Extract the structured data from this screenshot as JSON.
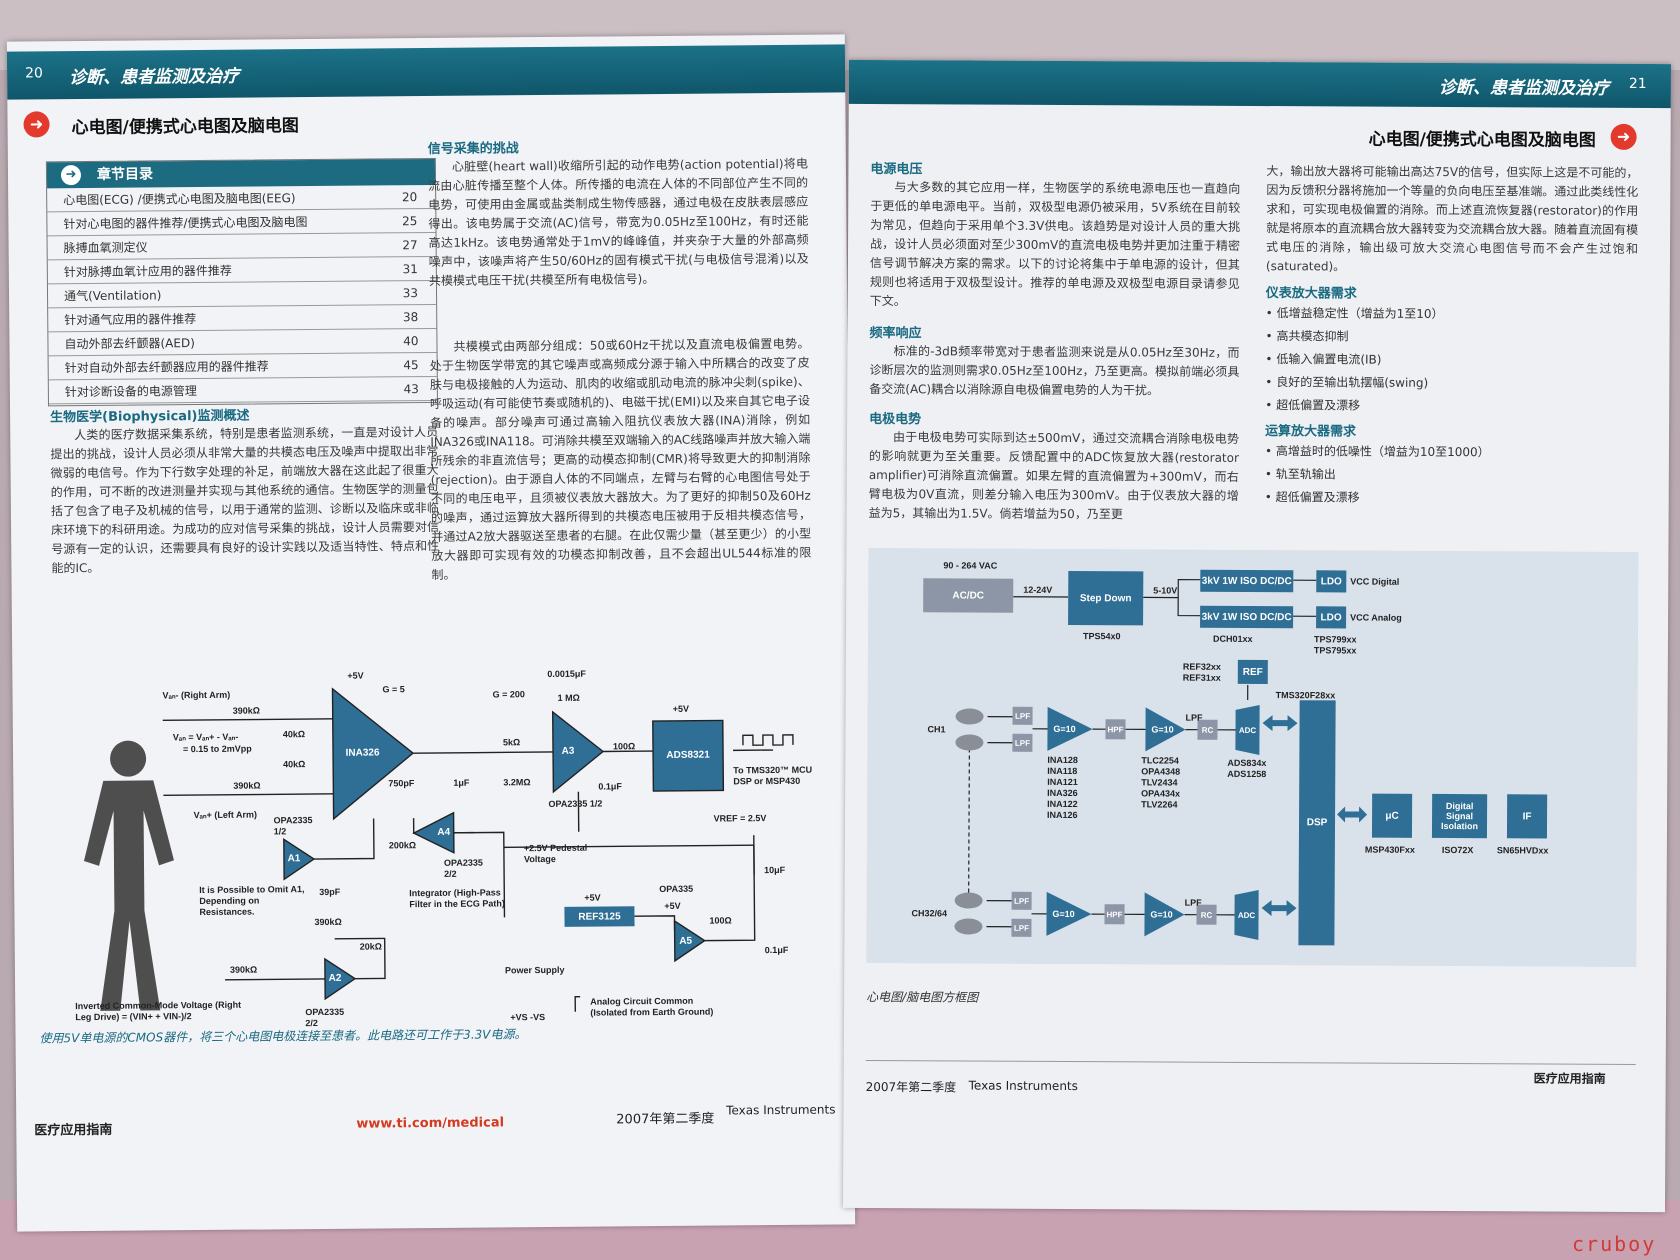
{
  "left": {
    "page_number": "20",
    "banner_title": "诊断、患者监测及治疗",
    "section_title": "心电图/便携式心电图及脑电图",
    "toc": {
      "title": "章节目录",
      "rows": [
        {
          "label": "心电图(ECG) /便携式心电图及脑电图(EEG)",
          "page": "20"
        },
        {
          "label": "针对心电图的器件推荐/便携式心电图及脑电图",
          "page": "25"
        },
        {
          "label": "脉搏血氧测定仪",
          "page": "27"
        },
        {
          "label": "针对脉搏血氧计应用的器件推荐",
          "page": "31"
        },
        {
          "label": "通气(Ventilation)",
          "page": "33"
        },
        {
          "label": "针对通气应用的器件推荐",
          "page": "38"
        },
        {
          "label": "自动外部去纤颤器(AED)",
          "page": "40"
        },
        {
          "label": "针对自动外部去纤颤器应用的器件推荐",
          "page": "45"
        },
        {
          "label": "针对诊断设备的电源管理",
          "page": "43"
        }
      ]
    },
    "bio_heading": "生物医学(Biophysical)监测概述",
    "bio_text": "人类的医疗数据采集系统，特别是患者监测系统，一直是对设计人员提出的挑战，设计人员必须从非常大量的共模态电压及噪声中提取出非常微弱的电信号。作为下行数字处理的补足，前端放大器在这此起了很重大的作用，可不断的改进测量并实现与其他系统的通信。生物医学的测量包括了包含了电子及机械的信号，以用于通常的监测、诊断以及临床或非临床环境下的科研用途。为成功的应对信号采集的挑战，设计人员需要对信号源有一定的认识，还需要具有良好的设计实践以及适当特性、特点和性能的IC。",
    "signal_heading": "信号采集的挑战",
    "signal_p1": "心脏壁(heart wall)收缩所引起的动作电势(action potential)将电流由心脏传播至整个人体。所传播的电流在人体的不同部位产生不同的电势，可使用由金属或盐类制成生物传感器，通过电极在皮肤表层感应得出。该电势属于交流(AC)信号，带宽为0.05Hz至100Hz，有时还能高达1kHz。该电势通常处于1mV的峰峰值，并夹杂于大量的外部高频噪声中，该噪声将产生50/60Hz的固有模式干扰(与电极信号混淆)以及共模模式电压干扰(共模至所有电极信号)。",
    "signal_p2": "共模模式由两部分组成：50或60Hz干扰以及直流电极偏置电势。处于生物医学带宽的其它噪声或高频成分源于输入中所耦合的改变了皮肤与电极接触的人为运动、肌肉的收缩或肌动电流的脉冲尖刺(spike)、呼吸运动(有可能使节奏或随机的)、电磁干扰(EMI)以及来自其它电子设备的噪声。部分噪声可通过高输入阻抗仪表放大器(INA)消除，例如INA326或INA118。可消除共模至双端输入的AC线路噪声并放大输入端所残余的非直流信号；更高的动模态抑制(CMR)将导致更大的抑制消除(rejection)。由于源自人体的不同端点，左臂与右臂的心电图信号处于不同的电压电平，且须被仪表放大器放大。为了更好的抑制50及60Hz的噪声，通过运算放大器所得到的共模态电压被用于反相共模态信号，并通过A2放大器驱送至患者的右腿。在此仅需少量（甚至更少）的小型放大器即可实现有效的功模态抑制改善，且不会超出UL544标准的限制。",
    "schematic": {
      "vin_minus": "Vₐₙ- (Right Arm)",
      "vin_plus": "Vₐₙ+ (Left Arm)",
      "r1": "390kΩ",
      "r2": "390kΩ",
      "r3": "390kΩ",
      "vin_eq": "Vₐₙ = Vₐₙ+ - Vₐₙ-",
      "vin_range": "= 0.15 to 2mVpp",
      "ina": "INA326",
      "gain5": "G = 5",
      "plus5": "+5V",
      "r40a": "40kΩ",
      "r40b": "40kΩ",
      "gain200": "G = 200",
      "c15": "0.0015μF",
      "r1m": "1 MΩ",
      "r5k": "5kΩ",
      "r32m": "3.2MΩ",
      "a3": "A3",
      "opa_half": "OPA2335 1/2",
      "r100": "100Ω",
      "c01": "0.1μF",
      "ads": "ADS8321",
      "to_mcu": "To TMS320™ MCU DSP or MSP430",
      "vref": "VREF = 2.5V",
      "c750": "750pF",
      "c1u": "1μF",
      "r200": "200kΩ",
      "a4": "A4",
      "opa_22": "OPA2335 2/2",
      "pedestal": "+2.5V Pedestal Voltage",
      "a1": "A1",
      "opa_a1": "OPA2335 1/2",
      "omit": "It is Possible to Omit A1, Depending on Resistances.",
      "integrator": "Integrator (High-Pass Filter in the ECG Path)",
      "c39": "39pF",
      "r390f": "390kΩ",
      "r20k": "20kΩ",
      "a2": "A2",
      "opa_a2": "OPA2335 2/2",
      "rld": "Inverted Common-Mode Voltage (Right Leg Drive) = (VIN+ + VIN-)/2",
      "ref": "REF3125",
      "opa335": "OPA335",
      "a5": "A5",
      "r100b": "100Ω",
      "c10u": "10μF",
      "c01b": "0.1μF",
      "power": "Power Supply",
      "vs": "+VS  -VS",
      "acc": "Analog Circuit Common (Isolated from Earth Ground)",
      "plus5b": "+5V",
      "plus5c": "+5V",
      "plus5d": "+5V"
    },
    "caption": "使用5V单电源的CMOS器件，将三个心电图电极连接至患者。此电路还可工作于3.3V电源。",
    "footer_guide": "医疗应用指南",
    "footer_url": "www.ti.com/medical",
    "footer_quarter": "2007年第二季度",
    "footer_ti": "Texas Instruments"
  },
  "right": {
    "page_number": "21",
    "banner_title": "诊断、患者监测及治疗",
    "section_title": "心电图/便携式心电图及脑电图",
    "power_heading": "电源电压",
    "power_text": "与大多数的其它应用一样，生物医学的系统电源电压也一直趋向于更低的单电源电平。当前，双极型电源仍被采用，5V系统在目前较为常见，但趋向于采用单个3.3V供电。该趋势是对设计人员的重大挑战，设计人员必须面对至少300mV的直流电极电势并更加注重于精密信号调节解决方案的需求。以下的讨论将集中于单电源的设计，但其规则也将适用于双极型设计。推荐的单电源及双极型电源目录请参见下文。",
    "freq_heading": "频率响应",
    "freq_text": "标准的-3dB频率带宽对于患者监测来说是从0.05Hz至30Hz，而诊断层次的监测则需求0.05Hz至100Hz，乃至更高。模拟前端必须具备交流(AC)耦合以消除源自电极偏置电势的人为干扰。",
    "elec_heading": "电极电势",
    "elec_text": "由于电极电势可实际到达±500mV，通过交流耦合消除电极电势的影响就更为至关重要。反馈配置中的ADC恢复放大器(restorator amplifier)可消除直流偏置。如果左臂的直流偏置为+300mV，而右臂电极为0V直流，则差分输入电压为300mV。由于仪表放大器的增益为5，其输出为1.5V。倘若增益为50，乃至更",
    "cont_text": "大，输出放大器将可能输出高达75V的信号，但实际上这是不可能的，因为反馈积分器将施加一个等量的负向电压至基准端。通过此类线性化求和，可实现电极偏置的消除。而上述直流恢复器(restorator)的作用就是将原本的直流耦合放大器转变为交流耦合放大器。随着直流固有模式电压的消除，输出级可放大交流心电图信号而不会产生过饱和(saturated)。",
    "ia_heading": "仪表放大器需求",
    "ia_items": [
      "低增益稳定性（增益为1至10）",
      "高共模态抑制",
      "低输入偏置电流(IB)",
      "良好的至输出轨摆幅(swing)",
      "超低偏置及漂移"
    ],
    "op_heading": "运算放大器需求",
    "op_items": [
      "高增益时的低噪性（增益为10至1000）",
      "轨至轨输出",
      "超低偏置及漂移"
    ],
    "diagram": {
      "ac_range": "90 - 264 VAC",
      "acdc": "AC/DC",
      "v1224": "12-24V",
      "stepdown": "Step Down",
      "tps54": "TPS54x0",
      "v510": "5-10V",
      "iso": "3kV 1W ISO DC/DC",
      "ldo": "LDO",
      "vcc_dig": "VCC Digital",
      "vcc_ana": "VCC Analog",
      "dch": "DCH01xx",
      "tps799": "TPS799xx TPS795xx",
      "ref_parts": "REF32xx REF31xx",
      "ref": "REF",
      "tms": "TMS320F28xx",
      "ch1": "CH1",
      "ch32": "CH32/64",
      "lpf": "LPF",
      "g10": "G=10",
      "hpf": "HPF",
      "rc": "RC",
      "adc": "ADC",
      "ina_list": "INA128 INA118 INA121 INA326 INA122 INA126",
      "tlc_list": "TLC2254 OPA4348 TLV2434 OPA434x TLV2264",
      "ads_list": "ADS834x ADS1258",
      "dsp": "DSP",
      "uc": "μC",
      "msp": "MSP430Fxx",
      "dsi": "Digital Signal Isolation",
      "iso72": "ISO72X",
      "if": "IF",
      "sn65": "SN65HVDxx"
    },
    "caption": "心电图/脑电图方框图",
    "footer_quarter": "2007年第二季度",
    "footer_ti": "Texas Instruments",
    "footer_guide": "医疗应用指南"
  },
  "watermark": "cruboy"
}
